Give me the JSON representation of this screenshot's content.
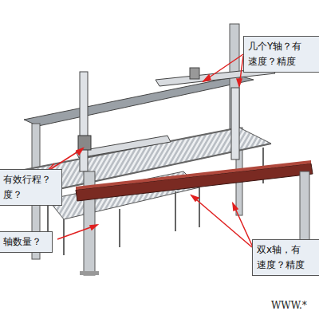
{
  "diagram": {
    "nodes": [
      {
        "text": [
          "几个Y轴？有 速度？精度"
        ]
      },
      {
        "text": [
          "有效行程？ 度？"
        ]
      },
      {
        "text": [
          "轴数量？"
        ]
      },
      {
        "text": [
          "双x轴，有 速度？精度"
        ]
      }
    ],
    "labels": [
      "WWW.*"
    ]
  }
}
